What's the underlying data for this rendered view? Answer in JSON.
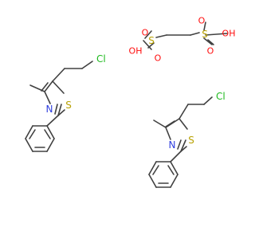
{
  "molecules": {
    "thiazole_a": {
      "cl": "Cl",
      "n": "N",
      "s": "S"
    },
    "ethanedisulfonic_acid": {
      "oh_left": "OH",
      "o_left_top": "O",
      "s_left": "S",
      "o_left_bottom": "O",
      "o_right_top": "O",
      "s_right": "S",
      "oh_right": "OH",
      "o_right_bottom": "O"
    },
    "thiazole_b": {
      "cl": "Cl",
      "n": "N",
      "s": "S"
    }
  },
  "colors": {
    "bond": "#404040",
    "chlorine": "#1fba1f",
    "nitrogen": "#2f3fdf",
    "sulfur": "#b8a100",
    "oxygen": "#ff0d0d"
  }
}
